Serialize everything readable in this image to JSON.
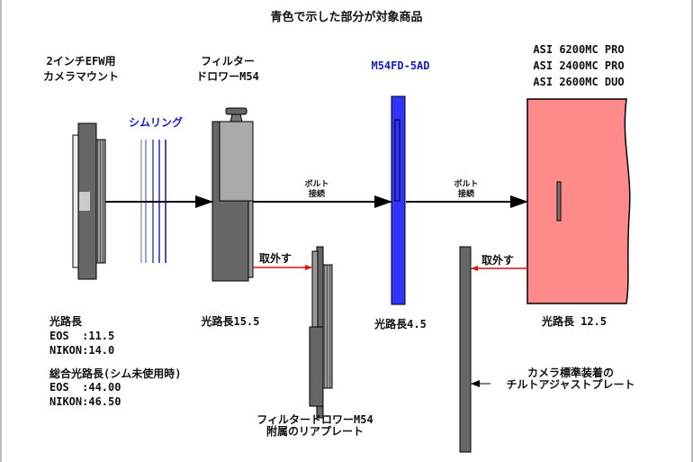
{
  "title": "青色で示した部分が対象商品",
  "mount": {
    "label_line1": "2インチEFW用",
    "label_line2": "カメラマウント"
  },
  "shim": {
    "label": "シムリング"
  },
  "drawer": {
    "label_line1": "フィルター",
    "label_line2": "ドロワーM54",
    "optical_length": "光路長15.5"
  },
  "product": {
    "label": "M54FD-5AD",
    "optical_length": "光路長4.5",
    "color": "#3333ff"
  },
  "connection1": {
    "line1": "ボルト",
    "line2": "接続"
  },
  "connection2": {
    "line1": "ボルト",
    "line2": "接続"
  },
  "camera": {
    "models": [
      "ASI 6200MC PRO",
      "ASI 2400MC PRO",
      "ASI 2600MC DUO"
    ],
    "optical_length": "光路長 12.5",
    "color": "#ff8a8a"
  },
  "remove1": {
    "label": "取外す"
  },
  "remove2": {
    "label": "取外す"
  },
  "rear_plate": {
    "line1": "フィルタードロワーM54",
    "line2": "附属のリアプレート"
  },
  "tilt_plate": {
    "line1": "カメラ標準装着の",
    "line2": "チルトアジャストプレート"
  },
  "mount_specs": {
    "heading": "光路長",
    "eos": "EOS  :11.5",
    "nikon": "NIKON:14.0",
    "total_heading": "総合光路長(シム未使用時)",
    "total_eos": "EOS  :44.00",
    "total_nikon": "NIKON:46.50"
  }
}
